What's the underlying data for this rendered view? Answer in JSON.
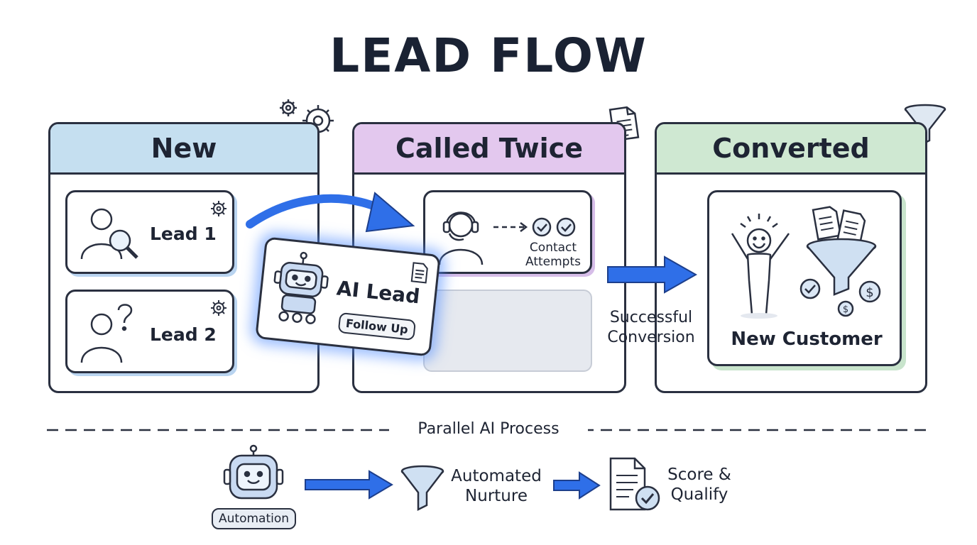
{
  "title": "LEAD FLOW",
  "columns": {
    "new": {
      "header": "New",
      "color": "#c5dff0"
    },
    "called": {
      "header": "Called Twice",
      "color": "#e3c8ee"
    },
    "converted": {
      "header": "Converted",
      "color": "#cfe8d2"
    }
  },
  "leads": {
    "lead1": "Lead 1",
    "lead2": "Lead 2",
    "ai_lead": "AI Lead",
    "follow_up": "Follow Up"
  },
  "called_card": {
    "label": "Contact Attempts"
  },
  "converted_card": {
    "label": "New Customer"
  },
  "arrow_label": "Successful Conversion",
  "divider_label": "Parallel AI Process",
  "process": {
    "automation": "Automation",
    "nurture": "Automated Nurture",
    "score": "Score & Qualify"
  },
  "colors": {
    "accent": "#2f6fe8",
    "ink": "#2a3040"
  }
}
